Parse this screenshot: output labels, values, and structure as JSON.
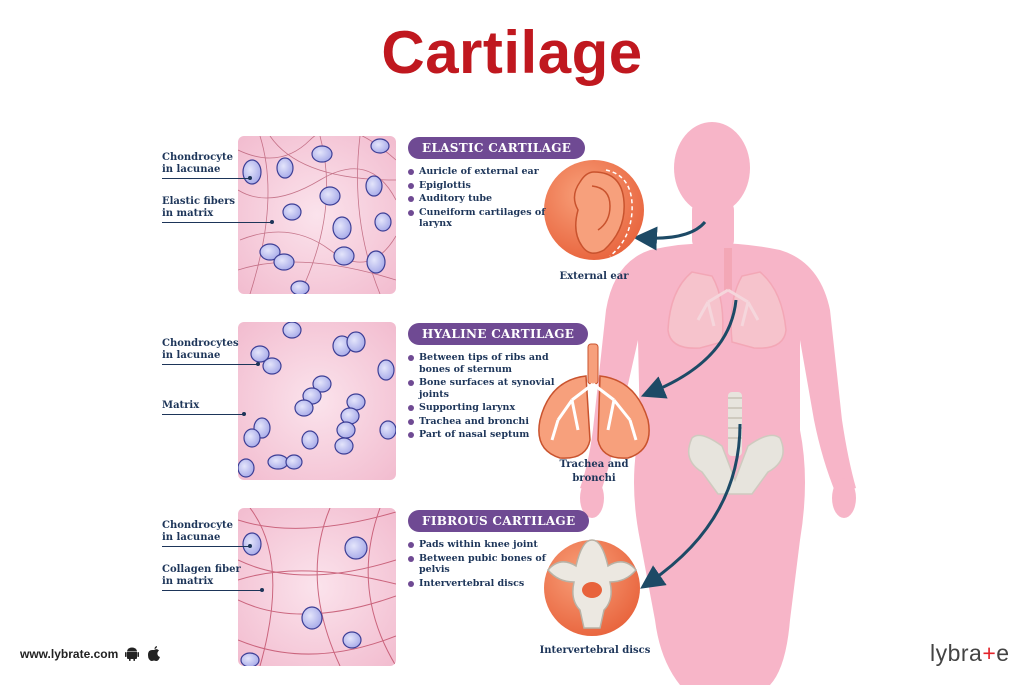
{
  "title": "Cartilage",
  "sections": [
    {
      "heading": "ELASTIC CARTILAGE",
      "labels": [
        {
          "text": "Chondrocyte\nin lacunae"
        },
        {
          "text": "Elastic fibers\nin matrix"
        }
      ],
      "bullets": [
        "Auricle of external ear",
        "Epiglottis",
        "Auditory tube",
        "Cuneiform cartilages of larynx"
      ],
      "caption": "External ear"
    },
    {
      "heading": "HYALINE CARTILAGE",
      "labels": [
        {
          "text": "Chondrocytes\nin lacunae"
        },
        {
          "text": "Matrix"
        }
      ],
      "bullets": [
        "Between tips of ribs and bones of sternum",
        "Bone surfaces at synovial joints",
        "Supporting larynx",
        "Trachea and bronchi",
        "Part of nasal septum"
      ],
      "caption": "Trachea and\nbronchi"
    },
    {
      "heading": "FIBROUS CARTILAGE",
      "labels": [
        {
          "text": "Chondrocyte\nin lacunae"
        },
        {
          "text": "Collagen fiber\nin matrix"
        }
      ],
      "bullets": [
        "Pads within knee joint",
        "Between pubic bones of pelvis",
        "Intervertebral discs"
      ],
      "caption": "Intervertebral discs"
    }
  ],
  "footer": {
    "website": "www.lybrate.com",
    "brand_before": "lybra",
    "brand_plus": "+",
    "brand_after": "e"
  },
  "icons": [
    "android-icon",
    "apple-icon"
  ],
  "colors": {
    "title": "#c0181f",
    "pill": "#6f4a93",
    "text": "#1d3559",
    "arrow": "#1d4a66",
    "body": "#f7b5c8",
    "organ": "#f48a6a"
  }
}
